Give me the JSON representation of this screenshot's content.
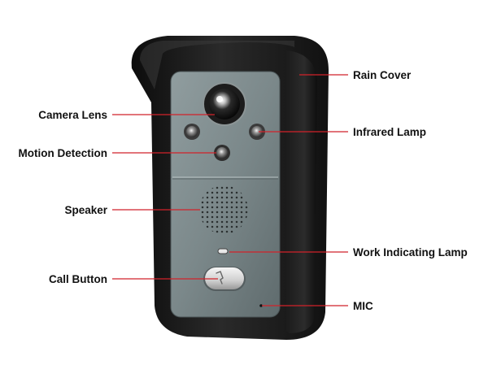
{
  "labels": {
    "rain_cover": "Rain Cover",
    "camera_lens": "Camera Lens",
    "infrared_lamp": "Infrared Lamp",
    "motion_detection": "Motion Detection",
    "speaker": "Speaker",
    "work_indicating_lamp": "Work Indicating Lamp",
    "call_button": "Call Button",
    "mic": "MIC"
  },
  "colors": {
    "leader_line": "#d1222a",
    "housing": "#1b1b1b",
    "faceplate": "#7d8a8c",
    "label_text": "#111111"
  }
}
